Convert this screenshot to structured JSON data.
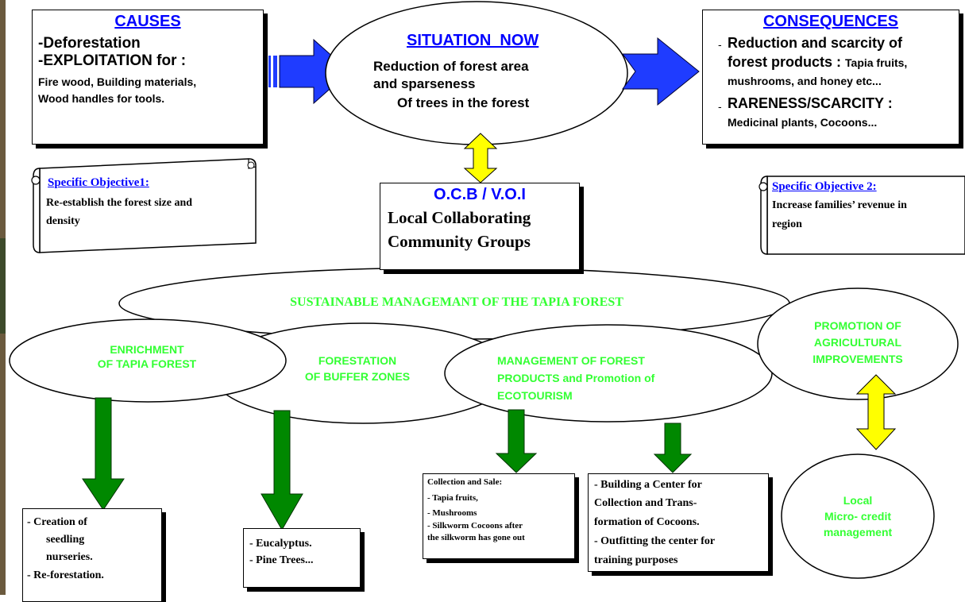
{
  "causes": {
    "title": "CAUSES",
    "line1": "-Deforestation",
    "line2": "-EXPLOITATION for :",
    "line3": "Fire wood, Building materials,",
    "line4": "Wood handles for tools."
  },
  "situation": {
    "title": "SITUATION  NOW",
    "line1": "Reduction of forest area",
    "line2": "and sparseness",
    "line3": "Of trees in the forest"
  },
  "consequences": {
    "title": "CONSEQUENCES",
    "dash1": "-",
    "item1_main": "Reduction and scarcity of",
    "item1_line2_big": "forest products : ",
    "item1_line2_small": "Tapia fruits,",
    "item1_line3": "mushrooms, and honey etc...",
    "dash2": "-",
    "item2_main": "RARENESS/SCARCITY :",
    "item2_line2": "Medicinal plants, Cocoons..."
  },
  "objective1": {
    "title": "Specific Objective1:",
    "line1": "Re-establish the forest size and",
    "line2": "density"
  },
  "objective2": {
    "title": "Specific Objective 2:",
    "line1": "Increase families’ revenue in",
    "line2": "region"
  },
  "ocb": {
    "title": "O.C.B / V.O.I",
    "line1": "Local Collaborating",
    "line2": "Community Groups"
  },
  "sustainable": {
    "label": "SUSTAINABLE MANAGEMANT OF THE TAPIA FOREST"
  },
  "enrichment": {
    "line1": "ENRICHMENT",
    "line2": "OF TAPIA FOREST"
  },
  "forestation": {
    "line1": "FORESTATION",
    "line2": "OF BUFFER ZONES"
  },
  "management": {
    "line1": "MANAGEMENT OF FOREST",
    "line2": "PRODUCTS and Promotion of",
    "line3": "ECOTOURISM"
  },
  "promotion": {
    "line1": "PROMOTION OF",
    "line2": "AGRICULTURAL",
    "line3": "IMPROVEMENTS"
  },
  "microcredit": {
    "line1": "Local",
    "line2": "Micro- credit",
    "line3": "management"
  },
  "nurseries": {
    "line1": "- Creation of",
    "line2": "seedling",
    "line3": "nurseries.",
    "line4": "- Re-forestation."
  },
  "trees": {
    "line1": "- Eucalyptus.",
    "line2": "- Pine Trees..."
  },
  "collection": {
    "title": "Collection and Sale:",
    "line1": "- Tapia fruits,",
    "line2": "- Mushrooms",
    "line3": "- Silkworm Cocoons after",
    "line4": "the silkworm has gone out"
  },
  "center": {
    "line1": "- Building a Center for",
    "line2": "Collection and Trans-",
    "line3": "formation of Cocoons.",
    "line4": "- Outfitting the center for",
    "line5": "training purposes"
  },
  "colors": {
    "blue_arrow": "#1f3cff",
    "yellow_arrow": "#ffff00",
    "green_arrow": "#008800",
    "green_text": "#33ff33",
    "title_blue": "#0000ff"
  }
}
